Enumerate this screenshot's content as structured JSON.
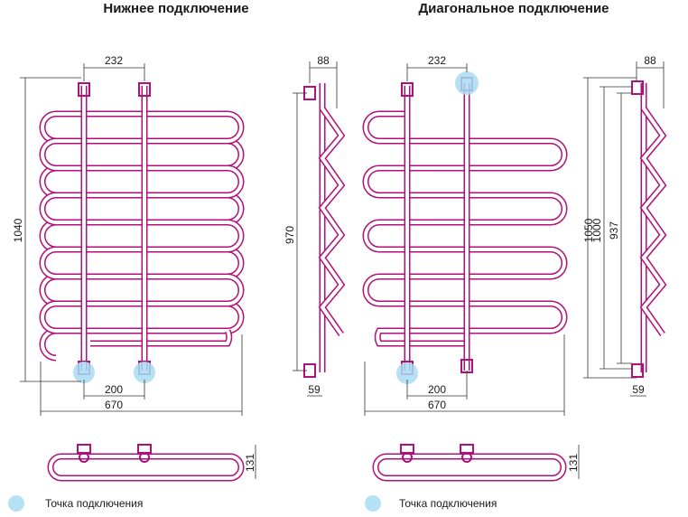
{
  "diagrams": [
    {
      "title": "Нижнее подключение",
      "dims": {
        "top_width": "232",
        "height": "1040",
        "bottom_spacing": "200",
        "total_width": "670",
        "side_depth": "88",
        "side_height": "970",
        "side_offset": "59",
        "plan_depth": "131"
      },
      "legend": "Точка подключения"
    },
    {
      "title": "Диагональное подключение",
      "dims": {
        "top_width": "232",
        "height_a": "1050",
        "height_b": "1000",
        "height_c": "937",
        "bottom_spacing": "200",
        "total_width": "670",
        "side_depth": "88",
        "side_offset": "59",
        "plan_depth": "131"
      },
      "legend": "Точка подключения"
    }
  ],
  "colors": {
    "tube": "#b0107a",
    "connection": "#a8dcf2"
  }
}
